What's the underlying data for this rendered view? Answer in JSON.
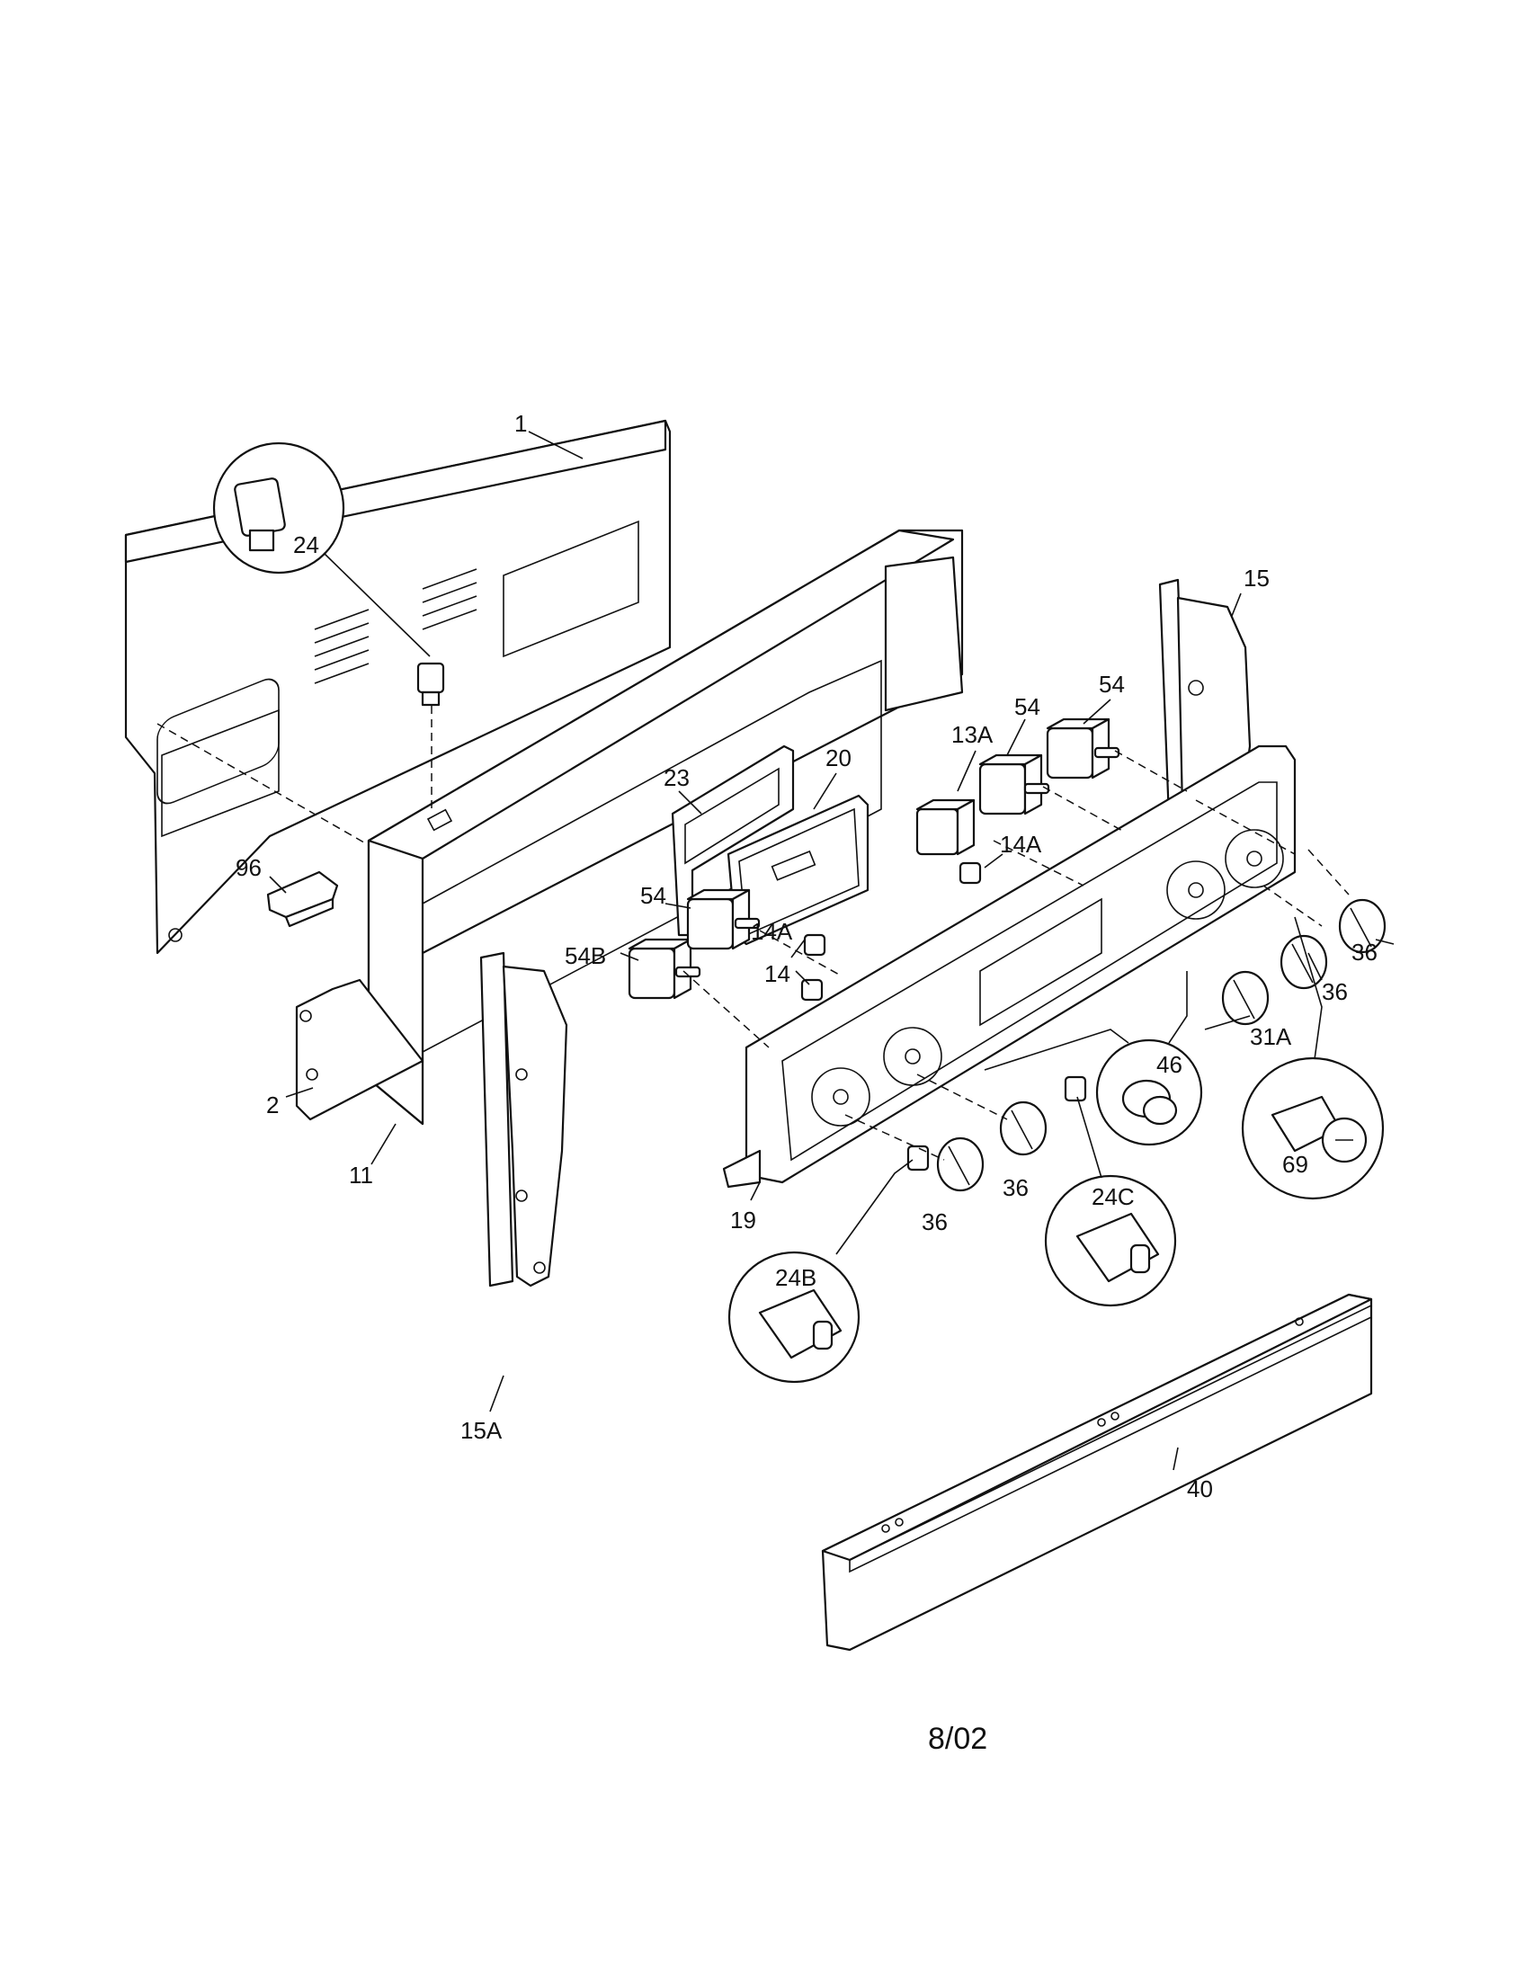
{
  "diagram": {
    "labels": {
      "p1": "1",
      "p2": "2",
      "p11": "11",
      "p13A": "13A",
      "p14": "14",
      "p14A_upper": "14A",
      "p14A_lower": "14A",
      "p15": "15",
      "p15A": "15A",
      "p19": "19",
      "p20": "20",
      "p23": "23",
      "p24": "24",
      "p24B": "24B",
      "p24C": "24C",
      "p31A": "31A",
      "p36_a": "36",
      "p36_b": "36",
      "p36_c": "36",
      "p36_d": "36",
      "p40": "40",
      "p46": "46",
      "p54_a": "54",
      "p54_b": "54",
      "p54_c": "54",
      "p54B": "54B",
      "p69": "69",
      "p96": "96"
    },
    "date_code": "8/02"
  }
}
